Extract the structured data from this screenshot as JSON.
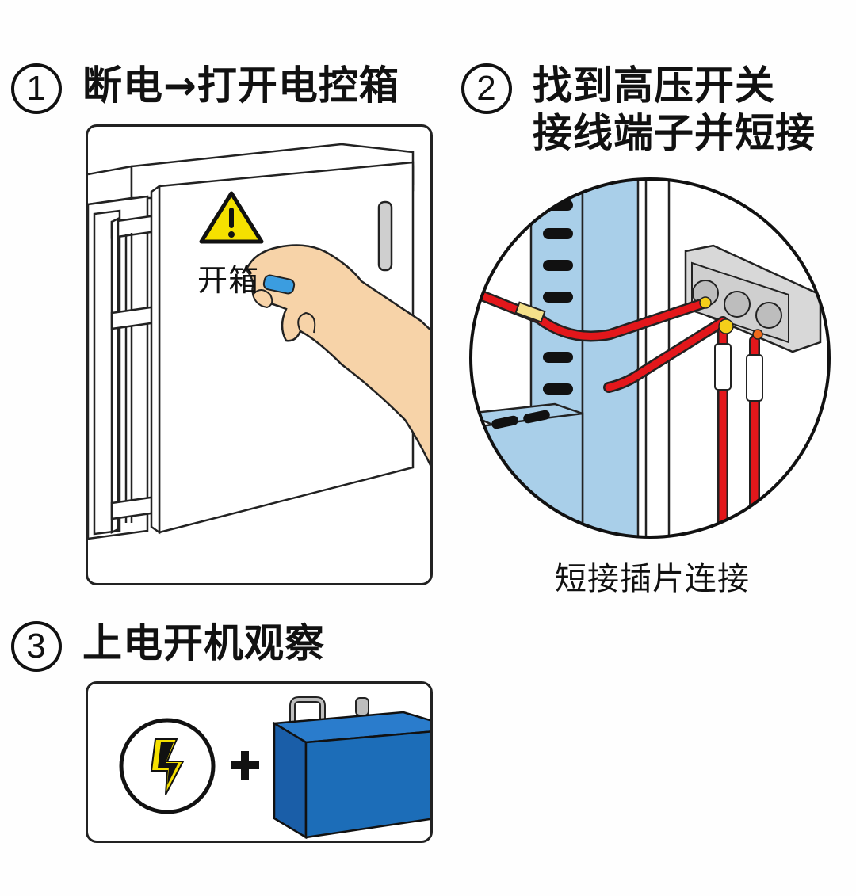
{
  "steps": [
    {
      "number": "1",
      "title": "断电→打开电控箱",
      "illustration": {
        "label": "开箱",
        "warning_icon": "warning-triangle",
        "elements": [
          "electric-cabinet",
          "hand",
          "blue-tool"
        ]
      }
    },
    {
      "number": "2",
      "title_lines": [
        "找到高压开关",
        "接线端子并短接"
      ],
      "illustration": {
        "caption": "短接插片连接",
        "elements": [
          "terminal-block",
          "red-wires",
          "rack-rail"
        ]
      }
    },
    {
      "number": "3",
      "title": "上电开机观察",
      "illustration": {
        "plus": "+",
        "elements": [
          "power-lightning-icon",
          "blue-device-box"
        ]
      }
    }
  ],
  "colors": {
    "wire_red": "#e3171b",
    "warning_yellow": "#f5e000",
    "rail_blue": "#a9cfe9",
    "box_blue": "#1c6db8",
    "skin": "#f7d3a8",
    "terminal_gray": "#d8d8d8"
  }
}
